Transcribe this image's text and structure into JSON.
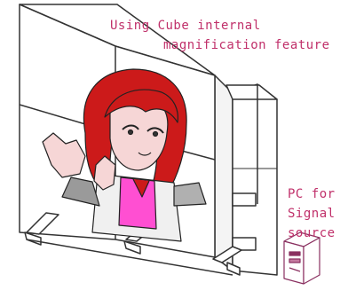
{
  "caption": {
    "line1": "Using Cube internal",
    "line2": "magnification feature"
  },
  "pc_label": {
    "line1": "PC for",
    "line2": "Signal",
    "line3": "source"
  },
  "wall": {
    "rows": 2,
    "cols": 2
  },
  "colors": {
    "text": "#c0306a",
    "outline": "#333333",
    "hair": "#cc1a1a",
    "skin": "#f6d6d6",
    "dress_accent": "#ff4fd2",
    "sleeve": "#9a9a9a"
  },
  "icons": [
    "video-wall-cube-icon",
    "cartoon-girl-icon",
    "pc-tower-icon"
  ]
}
